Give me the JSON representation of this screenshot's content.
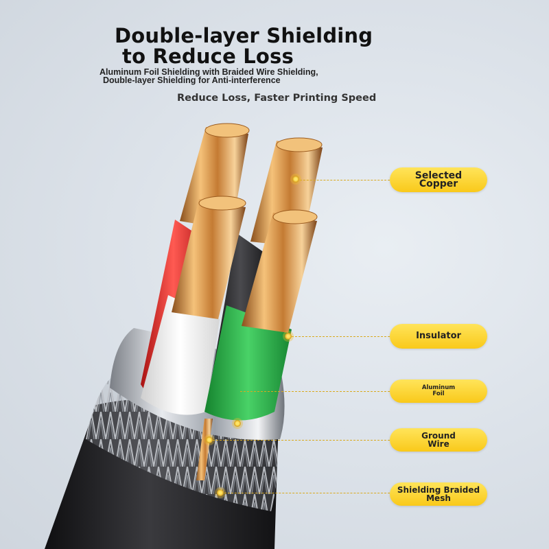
{
  "headline": {
    "line1": "Double-layer Shielding",
    "line2": "to Reduce Loss"
  },
  "subheadline": {
    "line1": "Aluminum Foil Shielding with Braided Wire Shielding,",
    "line2": "Double-layer Shielding for Anti-interference"
  },
  "tagline": "Reduce Loss, Faster Printing Speed",
  "callouts": [
    {
      "line1": "Selected",
      "line2": "Copper"
    },
    {
      "line1": "Insulator",
      "line2": ""
    },
    {
      "line1": "Aluminum",
      "line2": "Foil"
    },
    {
      "line1": "Ground",
      "line2": "Wire"
    },
    {
      "line1": "Shielding Braided",
      "line2": "Mesh"
    }
  ],
  "colors": {
    "callout_fill": "#f9c91a",
    "wire_red": "#e53935",
    "wire_white": "#f4f4f4",
    "wire_black": "#2a2a2a",
    "wire_green": "#2db34a",
    "copper": "#d99a4a",
    "jacket": "#1f1f22"
  }
}
